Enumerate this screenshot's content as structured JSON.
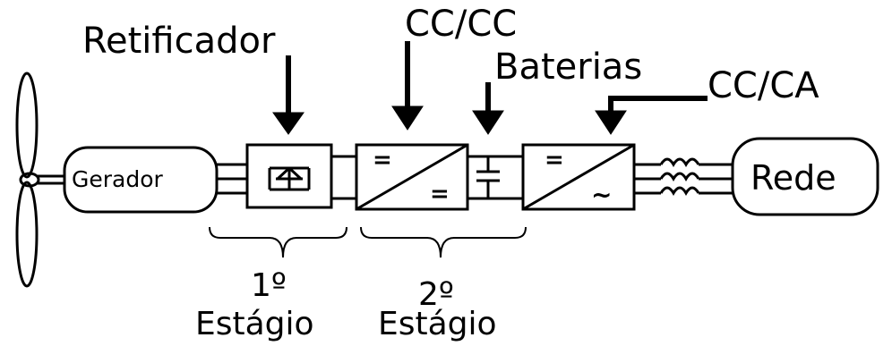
{
  "labels": {
    "rectifier": "Retificador",
    "dcdc": "CC/CC",
    "batteries": "Baterias",
    "dcac": "CC/CA",
    "generator": "Gerador",
    "grid": "Rede",
    "stage1_num": "1º",
    "stage1_word": "Estágio",
    "stage2_num": "2º",
    "stage2_word": "Estágio"
  },
  "symbols": {
    "equals": "=",
    "tilde": "~"
  },
  "colors": {
    "stroke": "#000000",
    "background": "#ffffff"
  }
}
